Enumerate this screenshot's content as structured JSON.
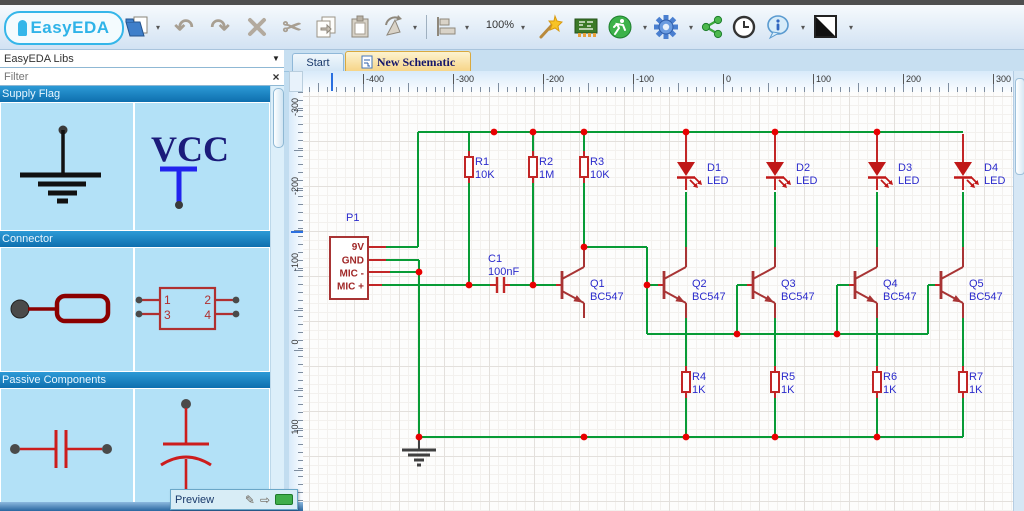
{
  "app": {
    "logo_text": "EasyEDA"
  },
  "glyphs": {
    "caret": "▾",
    "dropdown_arrow": "▼",
    "clear": "×",
    "undo": "↶",
    "redo": "↷",
    "cut": "✂",
    "pencil": "✎",
    "arrow_right": "⇨"
  },
  "toolbar": {
    "zoom_value": "100%"
  },
  "tabs": {
    "start_label": "Start",
    "active_label": "New Schematic"
  },
  "sidebar": {
    "library_dropdown_value": "EasyEDA Libs",
    "filter_placeholder": "Filter",
    "sections": [
      {
        "label": "Supply Flag"
      },
      {
        "label": "Connector"
      },
      {
        "label": "Passive Components"
      }
    ],
    "vcc_text": "VCC",
    "connector_pin_numbers": [
      "1",
      "2",
      "3",
      "4"
    ]
  },
  "rulers": {
    "horizontal": [
      "-400",
      "-300",
      "-200",
      "-100",
      "0",
      "100",
      "200",
      "300"
    ],
    "vertical": [
      "-300",
      "-200",
      "-100",
      "0",
      "100"
    ]
  },
  "preview": {
    "label": "Preview"
  },
  "schematic": {
    "connector_p1": {
      "ref": "P1",
      "pins": [
        "9V",
        "GND",
        "MIC -",
        "MIC +"
      ]
    },
    "capacitor_c1": {
      "ref": "C1",
      "value": "100nF"
    },
    "resistors": [
      {
        "ref": "R1",
        "value": "10K"
      },
      {
        "ref": "R2",
        "value": "1M"
      },
      {
        "ref": "R3",
        "value": "10K"
      },
      {
        "ref": "R4",
        "value": "1K"
      },
      {
        "ref": "R5",
        "value": "1K"
      },
      {
        "ref": "R6",
        "value": "1K"
      },
      {
        "ref": "R7",
        "value": "1K"
      }
    ],
    "transistors": [
      {
        "ref": "Q1",
        "value": "BC547"
      },
      {
        "ref": "Q2",
        "value": "BC547"
      },
      {
        "ref": "Q3",
        "value": "BC547"
      },
      {
        "ref": "Q4",
        "value": "BC547"
      },
      {
        "ref": "Q5",
        "value": "BC547"
      }
    ],
    "leds": [
      {
        "ref": "D1",
        "value": "LED"
      },
      {
        "ref": "D2",
        "value": "LED"
      },
      {
        "ref": "D3",
        "value": "LED"
      },
      {
        "ref": "D4",
        "value": "LED"
      }
    ]
  },
  "colors": {
    "wire_green": "#089b36",
    "part_red": "#c22626",
    "part_dark_red": "#a83434",
    "label_blue": "#2b2bcc",
    "junction_red": "#e80000",
    "active_tab_orange": "#f6d384",
    "header_blue": "#1b86c6"
  }
}
